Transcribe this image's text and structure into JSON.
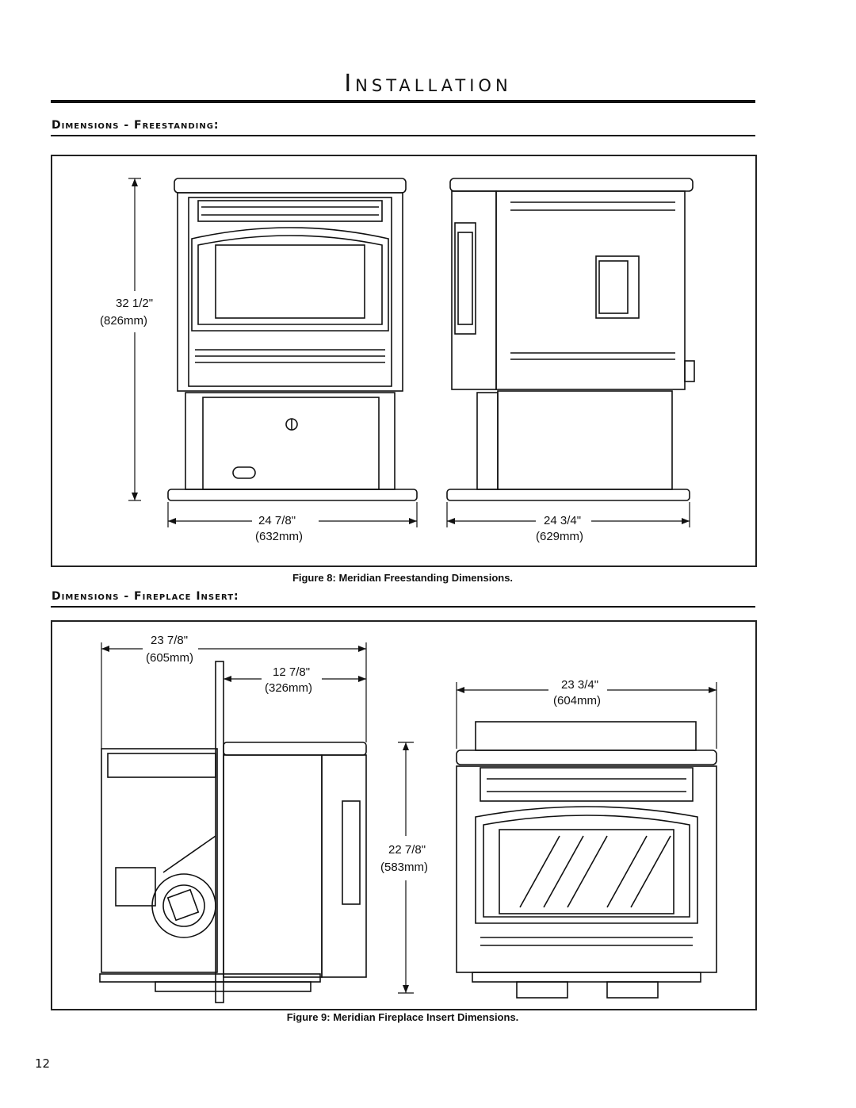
{
  "page": {
    "title": "Installation",
    "number": "12"
  },
  "section_freestanding": {
    "heading": "Dimensions - Freestanding:",
    "caption": "Figure 8: Meridian Freestanding Dimensions.",
    "height_in": "32 1/2\"",
    "height_mm": "(826mm)",
    "front_width_in": "24 7/8\"",
    "front_width_mm": "(632mm)",
    "side_depth_in": "24 3/4\"",
    "side_depth_mm": "(629mm)"
  },
  "section_insert": {
    "heading": "Dimensions - Fireplace Insert:",
    "caption": "Figure 9: Meridian Fireplace Insert Dimensions.",
    "overall_depth_in": "23 7/8\"",
    "overall_depth_mm": "(605mm)",
    "front_depth_in": "12 7/8\"",
    "front_depth_mm": "(326mm)",
    "width_in": "23 3/4\"",
    "width_mm": "(604mm)",
    "height_in": "22 7/8\"",
    "height_mm": "(583mm)"
  },
  "colors": {
    "ink": "#111111",
    "paper": "#ffffff"
  }
}
